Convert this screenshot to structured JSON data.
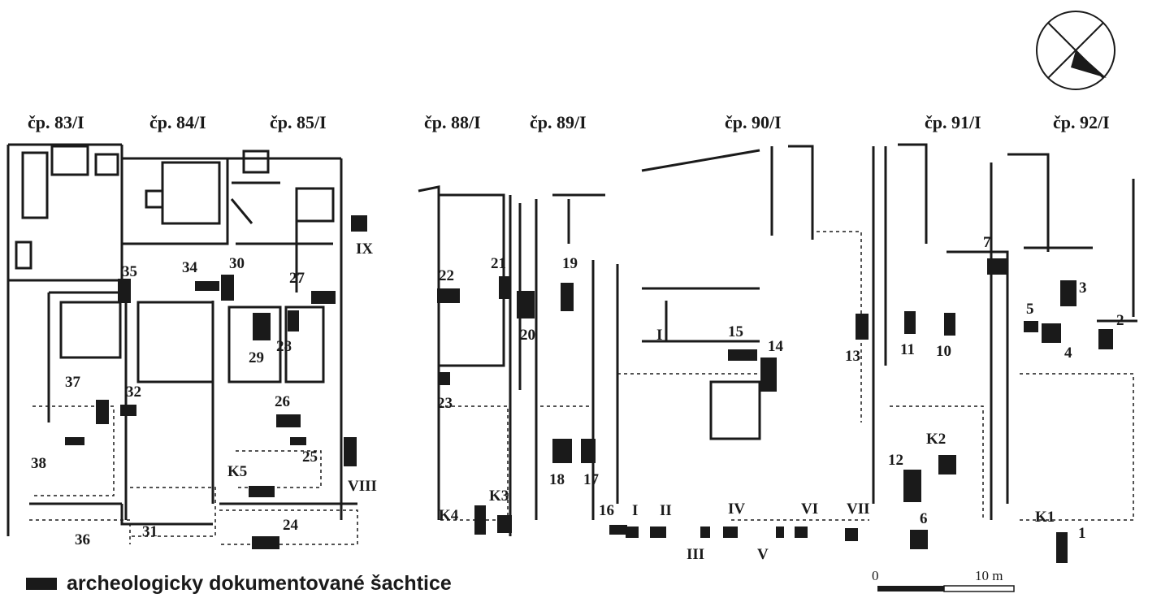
{
  "house_labels": {
    "h83": "čp. 83/I",
    "h84": "čp. 84/I",
    "h85": "čp. 85/I",
    "h88": "čp. 88/I",
    "h89": "čp. 89/I",
    "h90": "čp. 90/I",
    "h91": "čp. 91/I",
    "h92": "čp. 92/I"
  },
  "shaft_labels": {
    "n1": "1",
    "n2": "2",
    "n3": "3",
    "n4": "4",
    "n5": "5",
    "n6": "6",
    "n7": "7",
    "n10": "10",
    "n11": "11",
    "n12": "12",
    "n13": "13",
    "n14": "14",
    "n15": "15",
    "n16": "16",
    "n17": "17",
    "n18": "18",
    "n19": "19",
    "n20": "20",
    "n21": "21",
    "n22": "22",
    "n23": "23",
    "n24": "24",
    "n25": "25",
    "n26": "26",
    "n27": "27",
    "n28": "28",
    "n29": "29",
    "n30": "30",
    "n31": "31",
    "n32": "32",
    "n34": "34",
    "n35": "35",
    "n36": "36",
    "n37": "37",
    "n38": "38",
    "rI": "I",
    "rII": "II",
    "rIII": "III",
    "rIV": "IV",
    "rV": "V",
    "rVI": "VI",
    "rVII": "VII",
    "rVIII": "VIII",
    "rIX": "IX",
    "k1": "K1",
    "k2": "K2",
    "k3": "K3",
    "k4": "K4",
    "k5": "K5"
  },
  "scale_bar": {
    "start_label": "0",
    "end_label": "10 m"
  },
  "legend": {
    "label": "archeologicky dokumentované šachtice",
    "swatch_color": "#1a1a1a"
  },
  "north_arrow": {
    "icon": "north-arrow-icon"
  }
}
